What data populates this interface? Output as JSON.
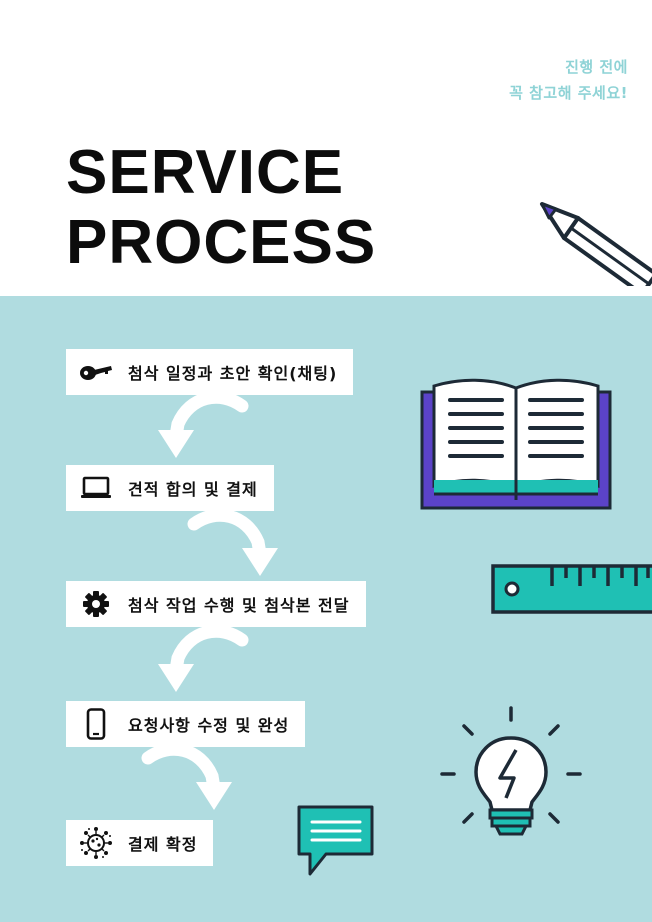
{
  "note": {
    "line1": "진행 전에",
    "line2": "꼭 참고해 주세요!"
  },
  "title": {
    "line1": "SERVICE",
    "line2": "PROCESS"
  },
  "steps": [
    {
      "label": "첨삭 일정과 초안 확인(채팅)",
      "icon": "key-icon"
    },
    {
      "label": "견적 합의 및 결제",
      "icon": "laptop-icon"
    },
    {
      "label": "첨삭 작업 수행 및 첨삭본 전달",
      "icon": "gear-icon"
    },
    {
      "label": "요청사항 수정 및 완성",
      "icon": "smartphone-icon"
    },
    {
      "label": "결제 확정",
      "icon": "virus-icon"
    }
  ],
  "colors": {
    "bg_light_blue": "#b0dce0",
    "accent_teal": "#1fc0b4",
    "accent_purple": "#5b43c8",
    "dark": "#1d2a36",
    "note_text": "#8fd3d6"
  }
}
